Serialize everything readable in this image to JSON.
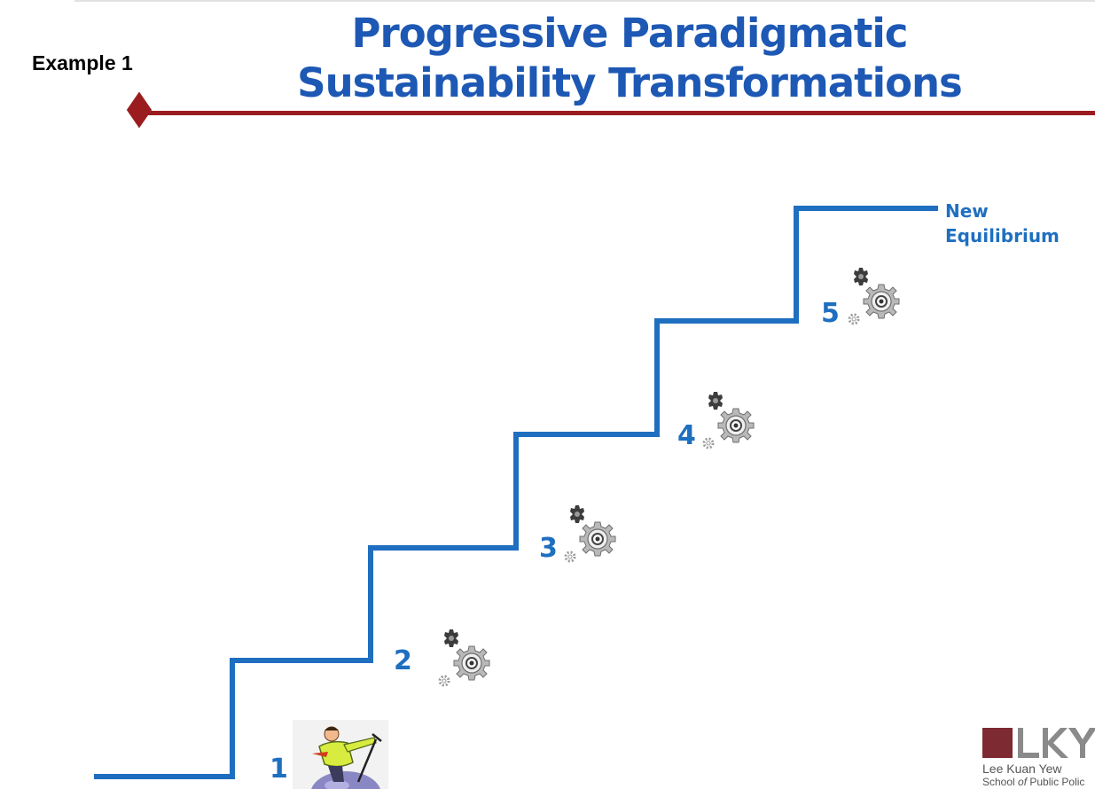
{
  "example_label": "Example 1",
  "title": {
    "line1": "Progressive Paradigmatic",
    "line2": "Sustainability Transformations"
  },
  "endpoint": {
    "line1": "New",
    "line2": "Equilibrium"
  },
  "steps": [
    {
      "number": "1",
      "icon": "person-on-ball-icon"
    },
    {
      "number": "2",
      "icon": "gears-icon"
    },
    {
      "number": "3",
      "icon": "gears-icon"
    },
    {
      "number": "4",
      "icon": "gears-icon"
    },
    {
      "number": "5",
      "icon": "gears-icon"
    }
  ],
  "logo": {
    "name": "Lee Kuan Yew",
    "sub_prefix": "School ",
    "sub_of": "of",
    "sub_suffix": " Public Polic"
  },
  "colors": {
    "title": "#1d58b4",
    "staircase": "#1f6fc0",
    "divider": "#9b1c1f",
    "logo_square": "#7d2a32",
    "logo_letters": "#8a8a8a"
  }
}
